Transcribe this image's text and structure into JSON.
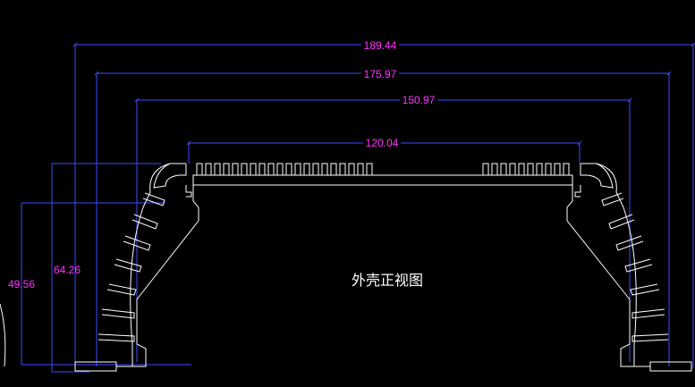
{
  "drawing": {
    "title": "外壳正视图",
    "colors": {
      "background": "#000000",
      "outline": "#ffffff",
      "dimension_line": "#3a4cff",
      "dimension_text": "#ff33ff",
      "caption": "#ffffff"
    },
    "dimensions": {
      "widths": [
        "189.44",
        "175.97",
        "150.97",
        "120.04"
      ],
      "heights": [
        "64.26",
        "49.56"
      ]
    }
  }
}
